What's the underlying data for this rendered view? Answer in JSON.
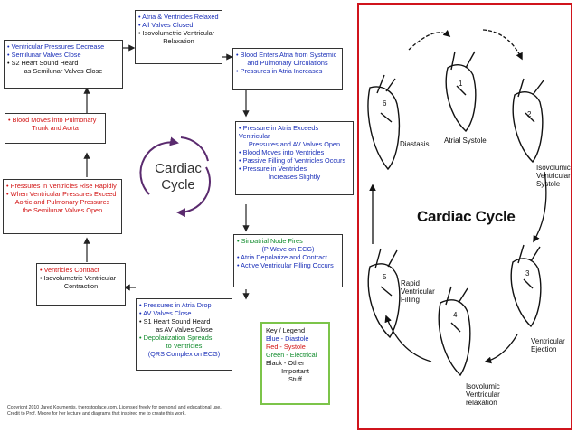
{
  "left_diagram": {
    "center_title": [
      "Cardiac",
      "Cycle"
    ],
    "boxes": {
      "relaxation": [
        {
          "text": "• Atria & Ventricles Relaxed",
          "cls": "blue"
        },
        {
          "text": "• All Valves Closed",
          "cls": "blue"
        },
        {
          "text": "• Isovolumetric Ventricular",
          "cls": "black"
        },
        {
          "text": "Relaxation",
          "cls": "black center"
        }
      ],
      "pressures_decrease": [
        {
          "text": "• Ventricular Pressures Decrease",
          "cls": "blue"
        },
        {
          "text": "• Semilunar Valves Close",
          "cls": "blue"
        },
        {
          "text": "• S2 Heart Sound Heard",
          "cls": "black"
        },
        {
          "text": "as Semilunar Valves Close",
          "cls": "black center"
        }
      ],
      "blood_enters": [
        {
          "text": "• Blood Enters Atria from Systemic",
          "cls": "blue"
        },
        {
          "text": "and Pulmonary Circulations",
          "cls": "blue center"
        },
        {
          "text": "• Pressures in Atria Increases",
          "cls": "blue"
        }
      ],
      "blood_moves": [
        {
          "text": "• Blood Moves into Pulmonary",
          "cls": "red"
        },
        {
          "text": "Trunk and Aorta",
          "cls": "red center"
        }
      ],
      "atria_exceeds": [
        {
          "text": "• Pressure in Atria Exceeds Ventricular",
          "cls": "blue"
        },
        {
          "text": "Pressures and AV Valves Open",
          "cls": "blue center"
        },
        {
          "text": "• Blood Moves into Ventricles",
          "cls": "blue"
        },
        {
          "text": "• Passive Filling of Ventricles Occurs",
          "cls": "blue"
        },
        {
          "text": "• Pressure in Ventricles",
          "cls": "blue"
        },
        {
          "text": "Increases Slightly",
          "cls": "blue center"
        }
      ],
      "pressures_rise": [
        {
          "text": "• Pressures in Ventricles Rise Rapidly",
          "cls": "red"
        },
        {
          "text": "• When Ventricular Pressures Exceed",
          "cls": "red"
        },
        {
          "text": "Aortic and Pulmonary Pressures",
          "cls": "red center"
        },
        {
          "text": "the Semilunar Valves Open",
          "cls": "red center"
        }
      ],
      "sa_node": [
        {
          "text": "• Sinoatrial Node Fires",
          "cls": "green"
        },
        {
          "text": "(P Wave on ECG)",
          "cls": "blue center"
        },
        {
          "text": "• Atria Depolarize and Contract",
          "cls": "blue"
        },
        {
          "text": "• Active Ventricular Filling Occurs",
          "cls": "blue"
        }
      ],
      "ventricles_contract": [
        {
          "text": "• Ventricles Contract",
          "cls": "red"
        },
        {
          "text": "• Isovolumetric Ventricular",
          "cls": "black"
        },
        {
          "text": "Contraction",
          "cls": "black center"
        }
      ],
      "atria_drop": [
        {
          "text": "• Pressures in Atria Drop",
          "cls": "blue"
        },
        {
          "text": "• AV Valves Close",
          "cls": "blue"
        },
        {
          "text": "• S1 Heart Sound Heard",
          "cls": "black"
        },
        {
          "text": "as AV Valves Close",
          "cls": "black center"
        },
        {
          "text": "• Depolarization Spreads",
          "cls": "green"
        },
        {
          "text": "to Ventricles",
          "cls": "green center"
        },
        {
          "text": "(QRS Complex on ECG)",
          "cls": "blue center"
        }
      ]
    },
    "legend": [
      {
        "text": "Key / Legend",
        "cls": "black"
      },
      {
        "text": "Blue - Diastole",
        "cls": "blue"
      },
      {
        "text": "Red - Systole",
        "cls": "red"
      },
      {
        "text": "Green - Electrical",
        "cls": "green"
      },
      {
        "text": "Black - Other",
        "cls": "black"
      },
      {
        "text": "Important",
        "cls": "black center"
      },
      {
        "text": "Stuff",
        "cls": "black center"
      }
    ],
    "copyright": [
      "Copyright 2010 Jared Koumentis, therostoplace.com. Licensed freely for personal and educational use.",
      "Credit to Prof. Moore for her lecture and diagrams that inspired me to create this work."
    ]
  },
  "right_diagram": {
    "title": "Cardiac Cycle",
    "labels": {
      "diastasis": "Diastasis",
      "atrial_systole": "Atrial Systole",
      "iso_contraction": [
        "Isovolumic",
        "Ventricular",
        "Systole"
      ],
      "rapid_filling": [
        "Rapid",
        "Ventricular",
        "Filling"
      ],
      "ejection": [
        "Ventricular",
        "Ejection"
      ],
      "iso_relaxation": [
        "Isovolumic",
        "Ventricular",
        "relaxation"
      ]
    }
  },
  "colors": {
    "diastole": "#1a2fb8",
    "systole": "#d21414",
    "electrical": "#0e8a2a",
    "frame": "#d0141c",
    "legend_border": "#7cc44a"
  }
}
